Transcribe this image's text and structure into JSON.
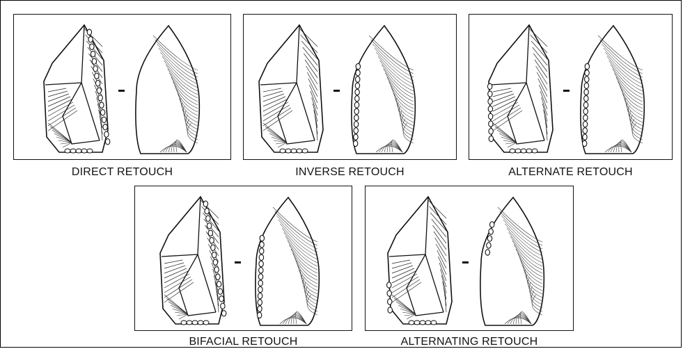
{
  "figure": {
    "panels": [
      {
        "id": "direct",
        "caption": "DIRECT RETOUCH",
        "left_edge": "dorsal",
        "right_edge": "plain"
      },
      {
        "id": "inverse",
        "caption": "INVERSE RETOUCH",
        "left_edge": "plain",
        "right_edge": "ventral"
      },
      {
        "id": "alternate",
        "caption": "ALTERNATE RETOUCH",
        "left_edge": "dorsal",
        "right_edge": "ventral"
      },
      {
        "id": "bifacial",
        "caption": "BIFACIAL RETOUCH",
        "left_edge": "dorsal",
        "right_edge": "ventral"
      },
      {
        "id": "alternating",
        "caption": "ALTERNATING RETOUCH",
        "left_edge": "dorsal-partial",
        "right_edge": "ventral-partial"
      }
    ]
  }
}
